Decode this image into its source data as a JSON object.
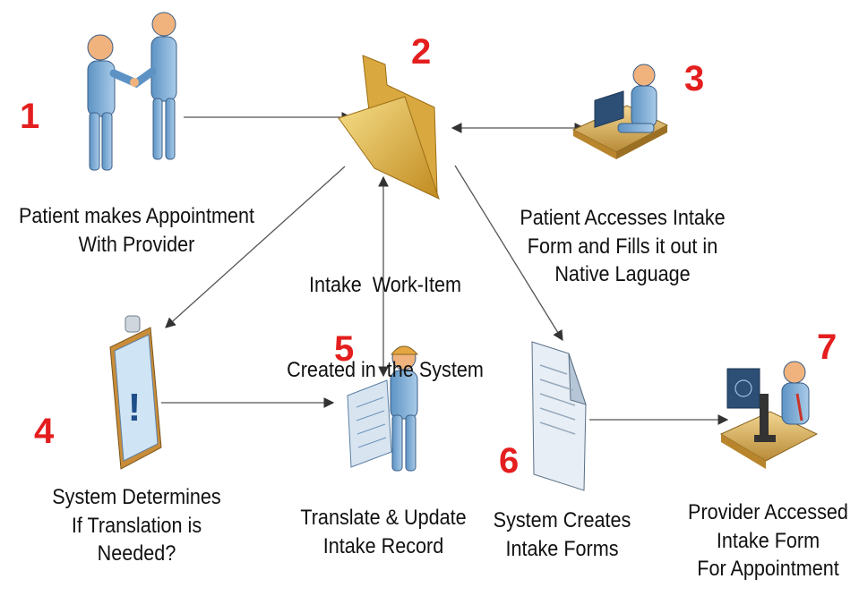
{
  "colors": {
    "step_number": "#e41e1e",
    "label_text": "#111111",
    "connector": "#555555",
    "person_body": "#7fb0d8",
    "folder": "#e2b54a",
    "document": "#dfe8f1"
  },
  "steps": [
    {
      "number": "1",
      "lines": [
        "Patient makes Appointment",
        "With Provider"
      ],
      "icon": "handshake-icon"
    },
    {
      "number": "2",
      "lines": [
        "Intake  Work-Item",
        "Created in  the System"
      ],
      "icon": "folder-icon"
    },
    {
      "number": "3",
      "lines": [
        "Patient Accesses Intake",
        "Form and Fills it out in",
        "Native Laguage"
      ],
      "icon": "person-at-computer-icon"
    },
    {
      "number": "4",
      "lines": [
        "System Determines",
        "If Translation is",
        "Needed?"
      ],
      "icon": "clipboard-alert-icon"
    },
    {
      "number": "5",
      "lines": [
        "Translate & Update",
        "Intake Record"
      ],
      "icon": "worker-with-blueprint-icon"
    },
    {
      "number": "6",
      "lines": [
        "System Creates",
        "Intake Forms"
      ],
      "icon": "document-icon"
    },
    {
      "number": "7",
      "lines": [
        "Provider Accessed",
        "Intake Form",
        "For Appointment"
      ],
      "icon": "provider-at-workstation-icon"
    }
  ],
  "connections": [
    {
      "from": "1",
      "to": "2",
      "direction": "forward"
    },
    {
      "from": "2",
      "to": "3",
      "direction": "both"
    },
    {
      "from": "2",
      "to": "4",
      "direction": "forward"
    },
    {
      "from": "2",
      "to": "5",
      "direction": "both"
    },
    {
      "from": "2",
      "to": "6",
      "direction": "forward"
    },
    {
      "from": "4",
      "to": "5",
      "direction": "forward"
    },
    {
      "from": "6",
      "to": "7",
      "direction": "forward"
    }
  ]
}
